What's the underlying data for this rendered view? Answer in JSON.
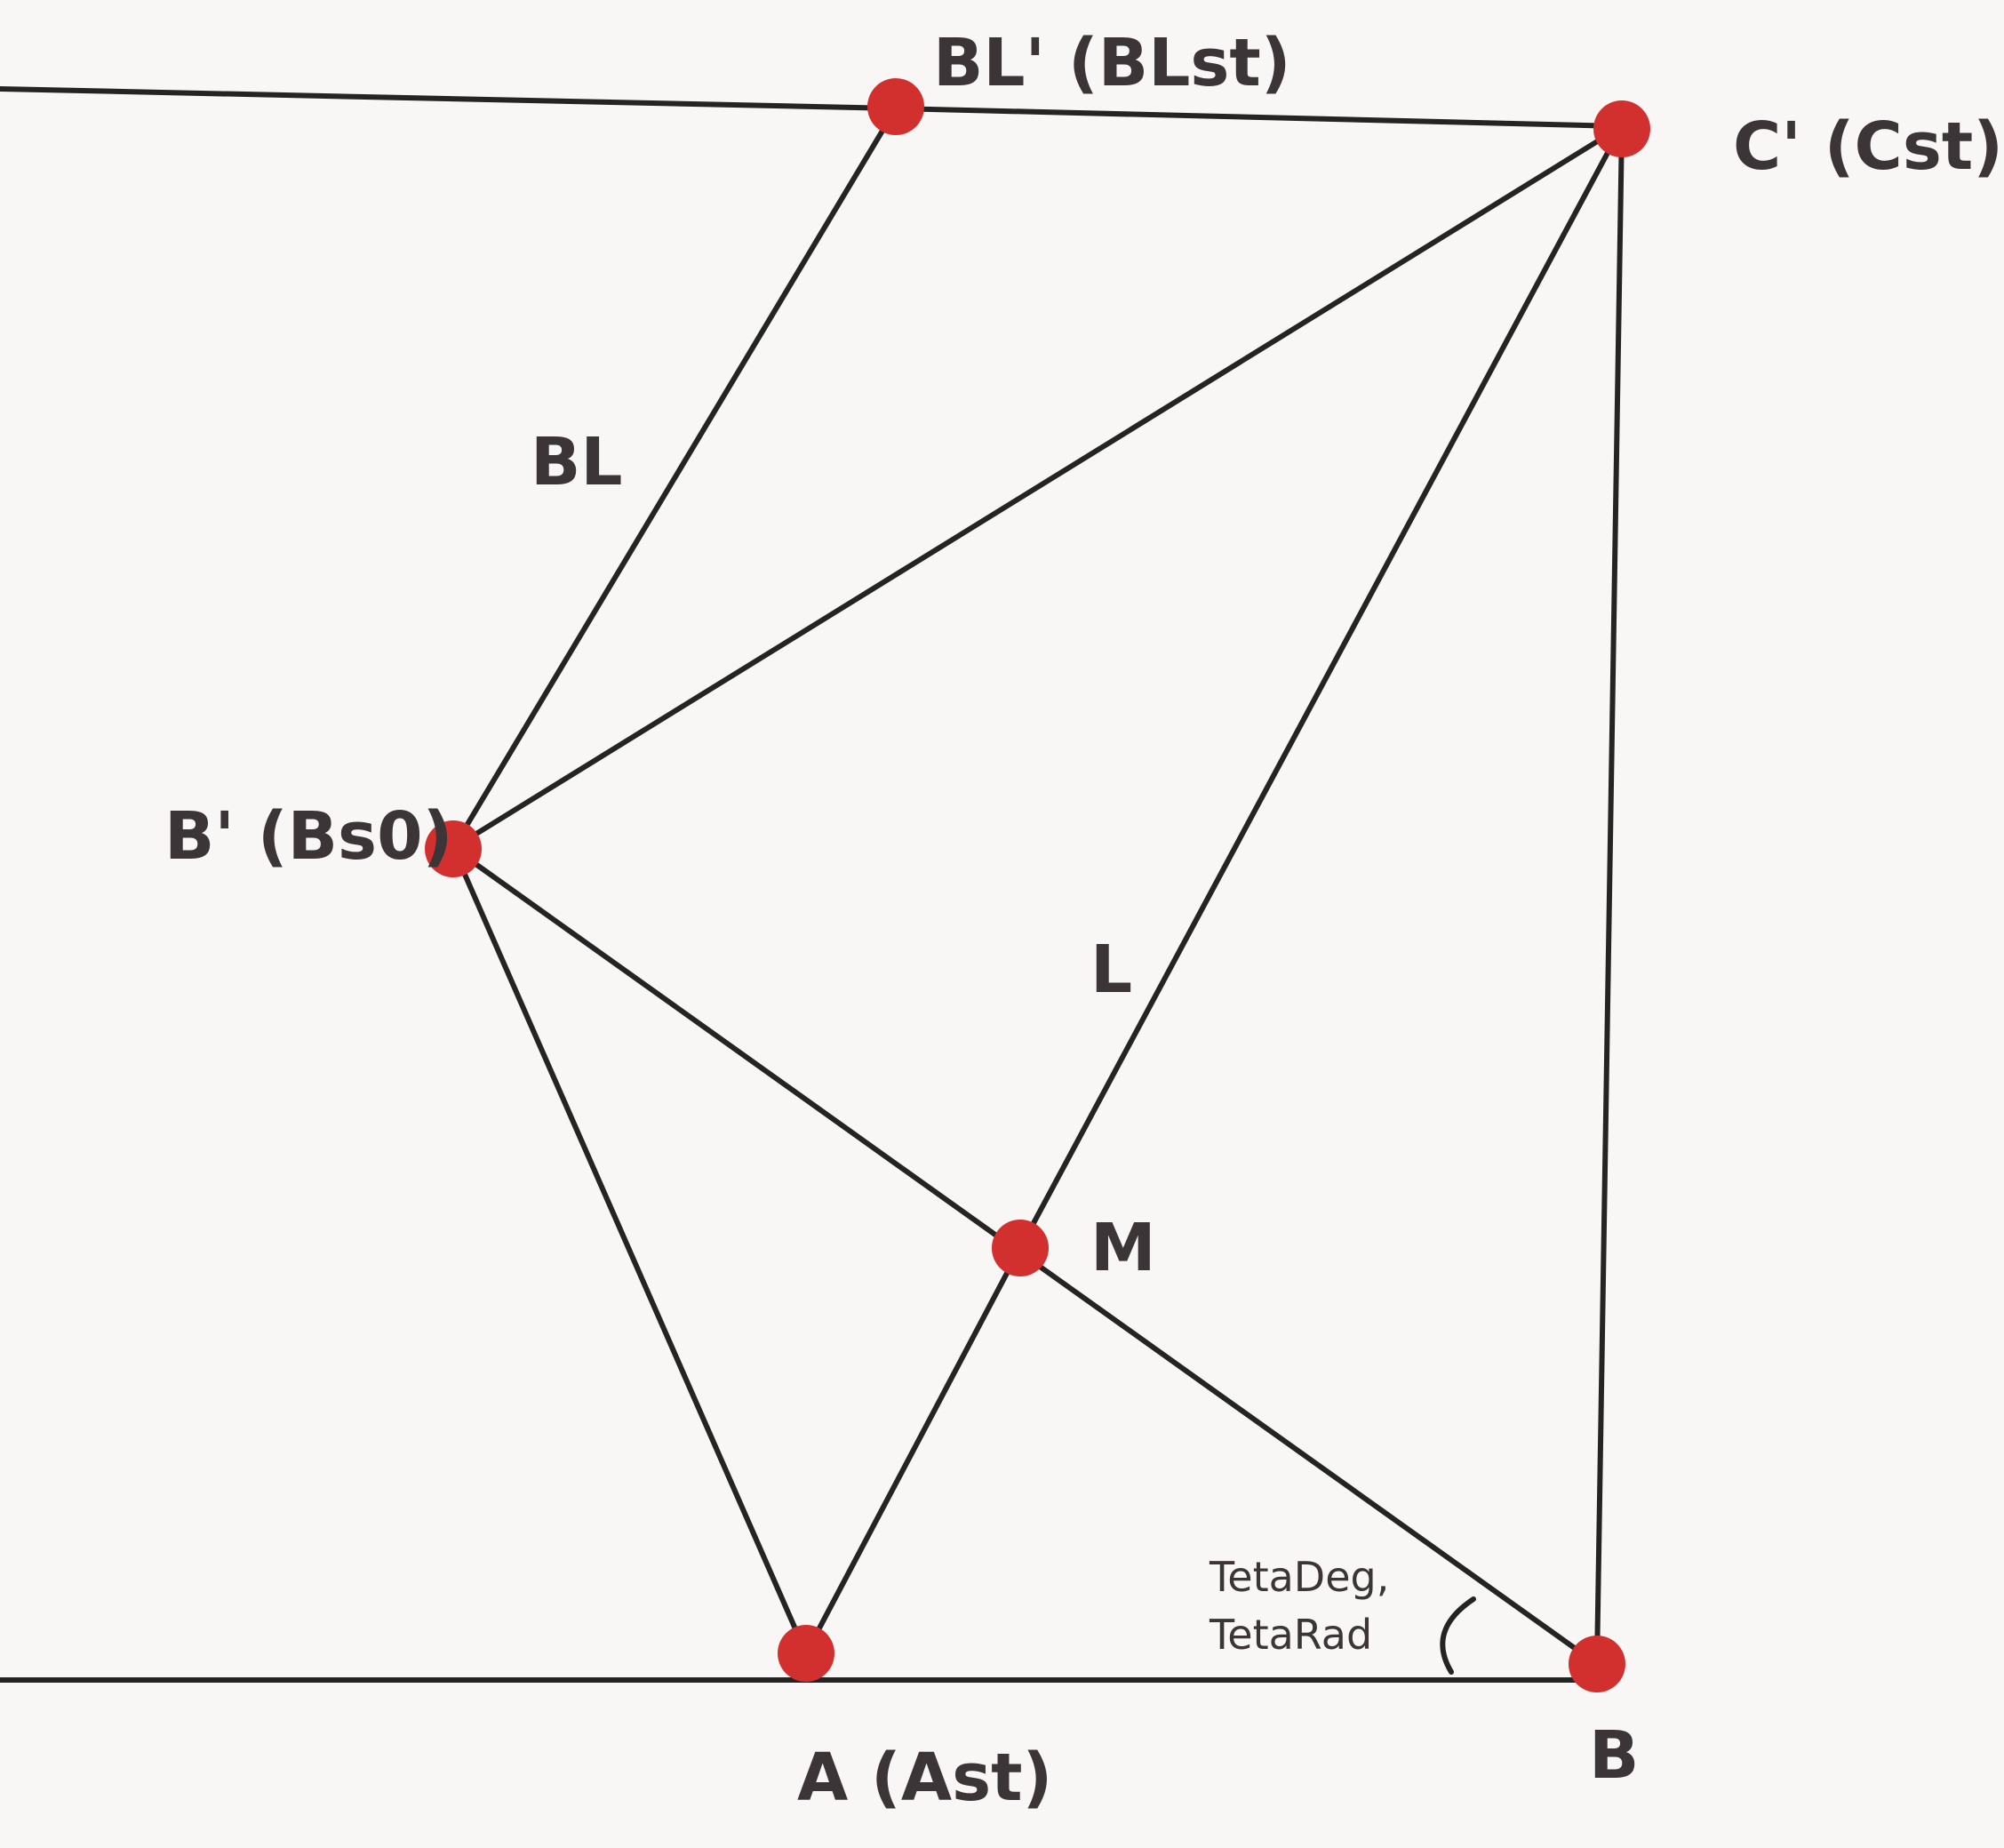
{
  "points": [
    {
      "id": "BLp",
      "label": "BL' (BLst)"
    },
    {
      "id": "Cp",
      "label": "C' (Cst)"
    },
    {
      "id": "Bp",
      "label": "B' (Bs0)"
    },
    {
      "id": "M",
      "label": "M"
    },
    {
      "id": "A",
      "label": "A (Ast)"
    },
    {
      "id": "B",
      "label": "B"
    }
  ],
  "segment_labels": {
    "BL": "BL",
    "L": "L"
  },
  "angle_label": {
    "line1": "TetaDeg,",
    "line2": "TetaRad"
  },
  "colors": {
    "point": "#d22f2f",
    "line": "#242424",
    "text": "#3b3538",
    "background": "#f8f7f5"
  }
}
